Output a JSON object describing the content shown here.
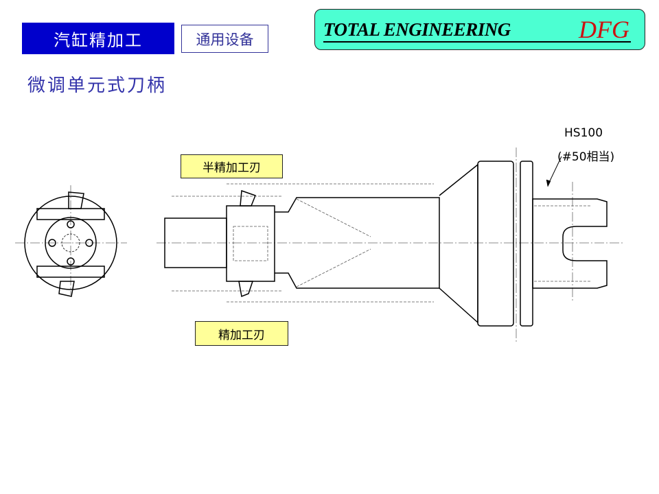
{
  "header": {
    "category": "汽缸精加工",
    "subcategory": "通用设备",
    "brand_text": "TOTAL ENGINEERING",
    "brand_logo": "DFG"
  },
  "title": "微调单元式刀柄",
  "drawing": {
    "label_semi_finish": "半精加工刃",
    "label_finish": "精加工刃",
    "spindle_spec": "HS100",
    "spindle_note": "(#50相当)"
  },
  "colors": {
    "category_bg": "#0000cc",
    "brand_bg": "#4cffd2",
    "brand_logo": "#cc1111",
    "title": "#3333aa",
    "label_bg": "#ffff99"
  }
}
